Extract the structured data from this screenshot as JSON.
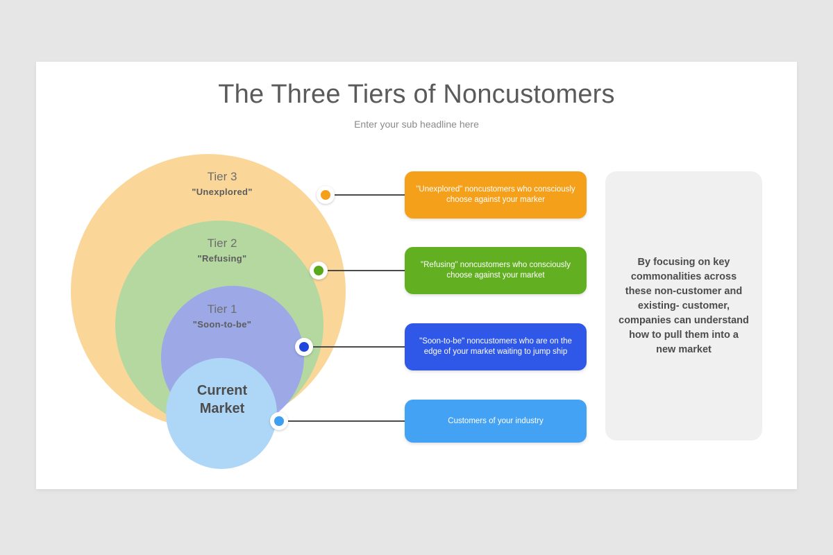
{
  "slide": {
    "title": "The Three Tiers of Noncustomers",
    "subtitle": "Enter your sub headline here",
    "background_color": "#e7e6e6",
    "card_color": "#ffffff"
  },
  "venn": {
    "circles": [
      {
        "id": "tier3",
        "label_main": "Tier 3",
        "label_sub": "\"Unexplored\"",
        "color": "#fad799"
      },
      {
        "id": "tier2",
        "label_main": "Tier 2",
        "label_sub": "\"Refusing\"",
        "color": "#b5d8a0"
      },
      {
        "id": "tier1",
        "label_main": "Tier 1",
        "label_sub": "\"Soon-to-be\"",
        "color": "#9aa2ef"
      },
      {
        "id": "current",
        "label_main": "Current",
        "label_sub": "Market",
        "color": "#aed7f7"
      }
    ]
  },
  "callouts": [
    {
      "id": "tier3",
      "text": "\"Unexplored\" noncustomers who consciously choose against your marker",
      "color": "#f5a01b",
      "marker_color": "#f5a01b"
    },
    {
      "id": "tier2",
      "text": "\"Refusing\" noncustomers who consciously choose against your market",
      "color": "#62b022",
      "marker_color": "#5aa81c"
    },
    {
      "id": "tier1",
      "text": "\"Soon-to-be\" noncustomers who are on the edge of your market waiting to jump ship",
      "color": "#2f58e8",
      "marker_color": "#1f46dc"
    },
    {
      "id": "current",
      "text": "Customers of your industry",
      "color": "#44a2f5",
      "marker_color": "#3d9ef2"
    }
  ],
  "summary": {
    "text": "By focusing on key commonalities across these non-customer and existing- customer, companies can understand how to pull them into a new market",
    "background_color": "#f0f0f0"
  }
}
